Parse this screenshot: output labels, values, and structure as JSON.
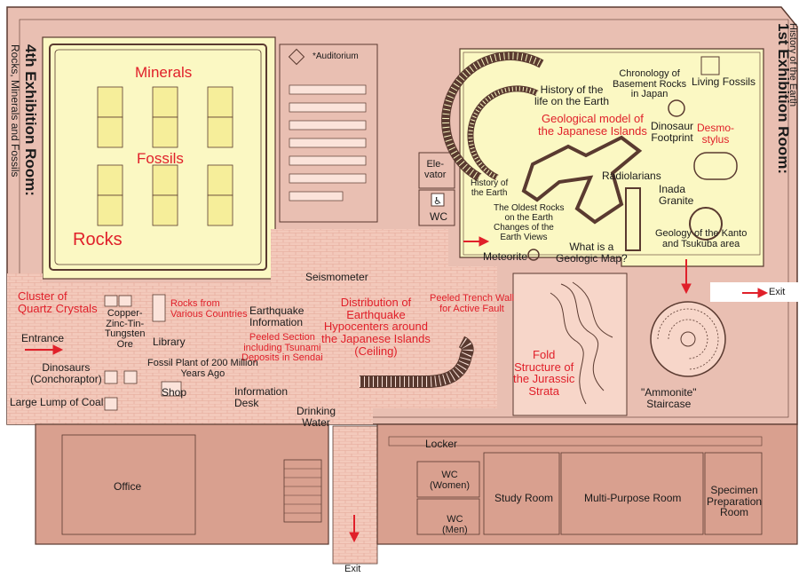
{
  "rooms": {
    "room4_title": "4th Exhibition Room:",
    "room4_sub": "Rocks, Minerals and Fossils",
    "room1_title": "1st Exhibition Room:",
    "room1_sub": "History of the Earth",
    "minerals": "Minerals",
    "fossils": "Fossils",
    "rocks": "Rocks",
    "auditorium": "*Auditorium",
    "elevator": [
      "Ele-",
      "vator"
    ],
    "wc": "WC",
    "office": "Office",
    "locker": "Locker",
    "wc_women": [
      "WC",
      "(Women)"
    ],
    "wc_men": [
      "WC",
      "(Men)"
    ],
    "study_room": "Study Room",
    "multipurpose_room": "Multi-Purpose Room",
    "specimen_room": [
      "Specimen",
      "Preparation",
      "Room"
    ]
  },
  "exhibits": {
    "history_life": [
      "History of the",
      "life on the Earth"
    ],
    "geo_model": [
      "Geological model of",
      "the Japanese Islands"
    ],
    "chronology": [
      "Chronology of",
      "Basement Rocks",
      "in Japan"
    ],
    "living_fossils": "Living Fossils",
    "dino_footprint": [
      "Dinosaur",
      "Footprint"
    ],
    "desmostylus": [
      "Desmo-",
      "stylus"
    ],
    "history_earth": [
      "History of",
      "the Earth"
    ],
    "oldest_rocks": [
      "The Oldest Rocks",
      "on the Earth"
    ],
    "changes_views": [
      "Changes of the",
      "Earth Views"
    ],
    "radiolarians": "Radiolarians",
    "inada_granite": [
      "Inada",
      "Granite"
    ],
    "kanto_tsukuba": [
      "Geology of the Kanto",
      "and Tsukuba area"
    ],
    "what_geo_map": [
      "What is a",
      "Geologic Map?"
    ],
    "meteorite": "Meteorite",
    "seismometer": "Seismometer",
    "cluster_quartz": [
      "Cluster of",
      "Quartz Crystals"
    ],
    "copper_ore": [
      "Copper-",
      "Zinc-Tin-",
      "Tungsten",
      "Ore"
    ],
    "rocks_countries": [
      "Rocks from",
      "Various Countries"
    ],
    "earthquake_info": [
      "Earthquake",
      "Information"
    ],
    "distribution": [
      "Distribution of",
      "Earthquake",
      "Hypocenters around",
      "the Japanese Islands",
      "(Ceiling)"
    ],
    "peeled_trench": [
      "Peeled Trench Wall",
      "for Active Fault"
    ],
    "library": "Library",
    "entrance": "Entrance",
    "peeled_section": [
      "Peeled Section",
      "including Tsunami",
      "Deposits in Sendai"
    ],
    "dinosaurs": [
      "Dinosaurs",
      "(Conchoraptor)"
    ],
    "fossil_plant": [
      "Fossil Plant of 200 Million",
      "Years Ago"
    ],
    "large_coal": "Large Lump of Coal",
    "shop": "Shop",
    "info_desk": [
      "Information",
      "Desk"
    ],
    "drinking_water": [
      "Drinking",
      "Water"
    ],
    "fold_structure": [
      "Fold",
      "Structure of",
      "the Jurassic",
      "Strata"
    ],
    "ammonite": [
      "\"Ammonite\"",
      "Staircase"
    ]
  },
  "exits": {
    "right": "Exit",
    "bottom": "Exit"
  },
  "icons": {
    "wheelchair": "wheelchair-icon",
    "arrow": "red-arrow-icon",
    "staircase": "spiral-staircase-icon"
  },
  "colors": {
    "outer_wall": "#e9bfb2",
    "floor": "#f7d6c9",
    "exhibit_room": "#fbf8c3",
    "case": "#f6ee9a",
    "office_wing": "#d9a08f",
    "line": "#5a3a30",
    "label_red": "#e0202a",
    "arrow_red": "#e0202a"
  }
}
